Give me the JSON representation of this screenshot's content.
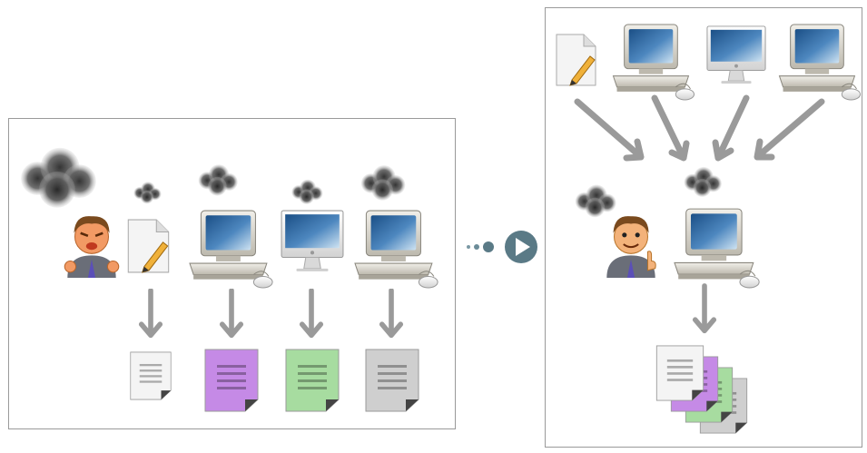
{
  "colors": {
    "panel_border": "#9a9a9a",
    "arrow": "#9a9a9a",
    "play_button": "#5a7a86",
    "doc_white": "#f4f4f4",
    "doc_purple": "#c58ae6",
    "doc_green": "#a7dca0",
    "doc_gray": "#cfcfcf"
  },
  "diagram": {
    "before": {
      "sources": [
        {
          "kind": "document",
          "icon": "document-pencil-icon"
        },
        {
          "kind": "computer",
          "icon": "desktop-computer-icon"
        },
        {
          "kind": "computer",
          "icon": "imac-computer-icon"
        },
        {
          "kind": "computer",
          "icon": "desktop-computer-icon"
        }
      ],
      "outputs": [
        "white",
        "purple",
        "green",
        "gray"
      ],
      "person": {
        "mood": "angry",
        "icon": "angry-person-icon"
      }
    },
    "transition": {
      "icon": "play-button-icon"
    },
    "after": {
      "sources": [
        {
          "kind": "document",
          "icon": "document-pencil-icon"
        },
        {
          "kind": "computer",
          "icon": "desktop-computer-icon"
        },
        {
          "kind": "computer",
          "icon": "imac-computer-icon"
        },
        {
          "kind": "computer",
          "icon": "desktop-computer-icon"
        }
      ],
      "person": {
        "mood": "happy",
        "icon": "happy-person-icon"
      },
      "output": "stacked-documents-icon"
    }
  }
}
